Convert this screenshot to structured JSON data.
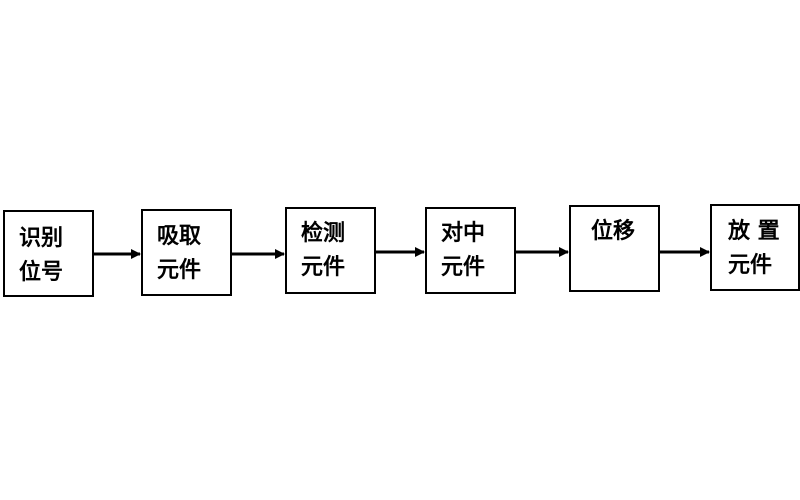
{
  "nodes": [
    {
      "id": "n1",
      "lines": [
        "识别",
        "位号"
      ]
    },
    {
      "id": "n2",
      "lines": [
        "吸取",
        "元件"
      ]
    },
    {
      "id": "n3",
      "lines": [
        "检测",
        "元件"
      ]
    },
    {
      "id": "n4",
      "lines": [
        "对中",
        "元件"
      ]
    },
    {
      "id": "n5",
      "lines": [
        "位移"
      ]
    },
    {
      "id": "n6",
      "lines": [
        "放 置",
        "元件"
      ]
    }
  ],
  "edges": [
    {
      "from": "n1",
      "to": "n2"
    },
    {
      "from": "n2",
      "to": "n3"
    },
    {
      "from": "n3",
      "to": "n4"
    },
    {
      "from": "n4",
      "to": "n5"
    },
    {
      "from": "n5",
      "to": "n6"
    }
  ]
}
